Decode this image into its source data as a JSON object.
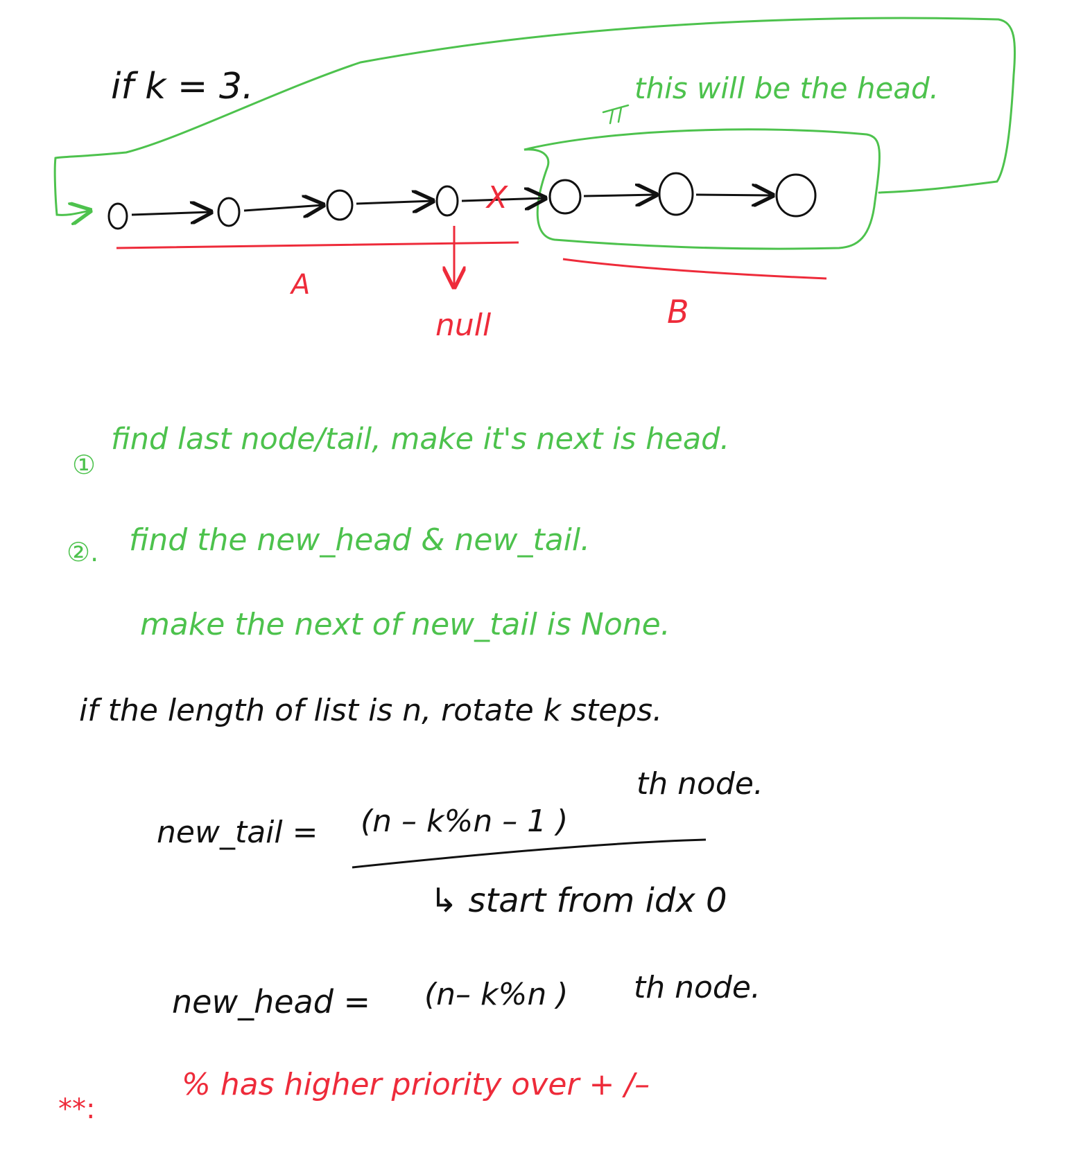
{
  "colors": {
    "ink": "#111111",
    "green": "#4dc24d",
    "red": "#ee2b3a"
  },
  "diagram": {
    "condition": "if k = 3.",
    "head_note": "this will be the head.",
    "break_mark": "X",
    "segment_a": "A",
    "segment_b": "B",
    "null_label": "null"
  },
  "notes": {
    "step1_num": "①",
    "step1": "find last node/tail, make it's next is head.",
    "step2_num": "②.",
    "step2_line1": "find the new_head & new_tail.",
    "step2_line2": "make the next of new_tail is None.",
    "length_line": "if the length of list is n, rotate k steps.",
    "new_tail_label": "new_tail =",
    "new_tail_expr": "(n – k%n – 1 )",
    "new_tail_suffix": "th node.",
    "start_note": "↳ start from idx 0",
    "new_head_label": "new_head =",
    "new_head_expr": "(n– k%n )",
    "new_head_suffix": "th node.",
    "warn_stars": "**:",
    "warn_text": "% has higher priority over + /–"
  }
}
